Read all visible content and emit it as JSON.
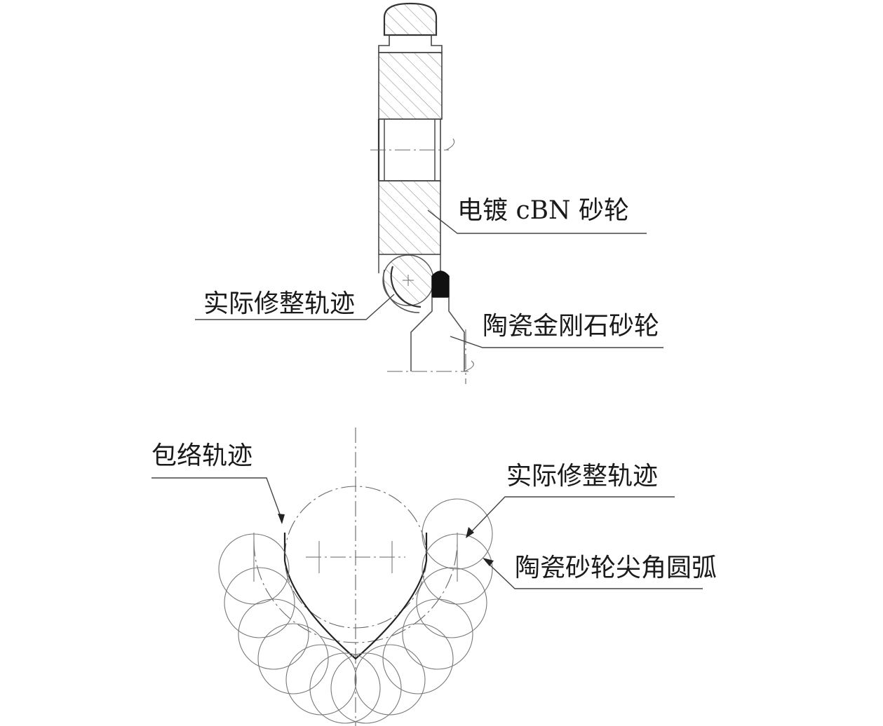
{
  "labels": {
    "electroplated_cbn_wheel": "电镀 cBN 砂轮",
    "actual_dressing_path_top": "实际修整轨迹",
    "vitrified_diamond_wheel": "陶瓷金刚石砂轮",
    "envelope_path": "包络轨迹",
    "actual_dressing_path_bottom": "实际修整轨迹",
    "ceramic_wheel_tip_arc": "陶瓷砂轮尖角圆弧"
  }
}
